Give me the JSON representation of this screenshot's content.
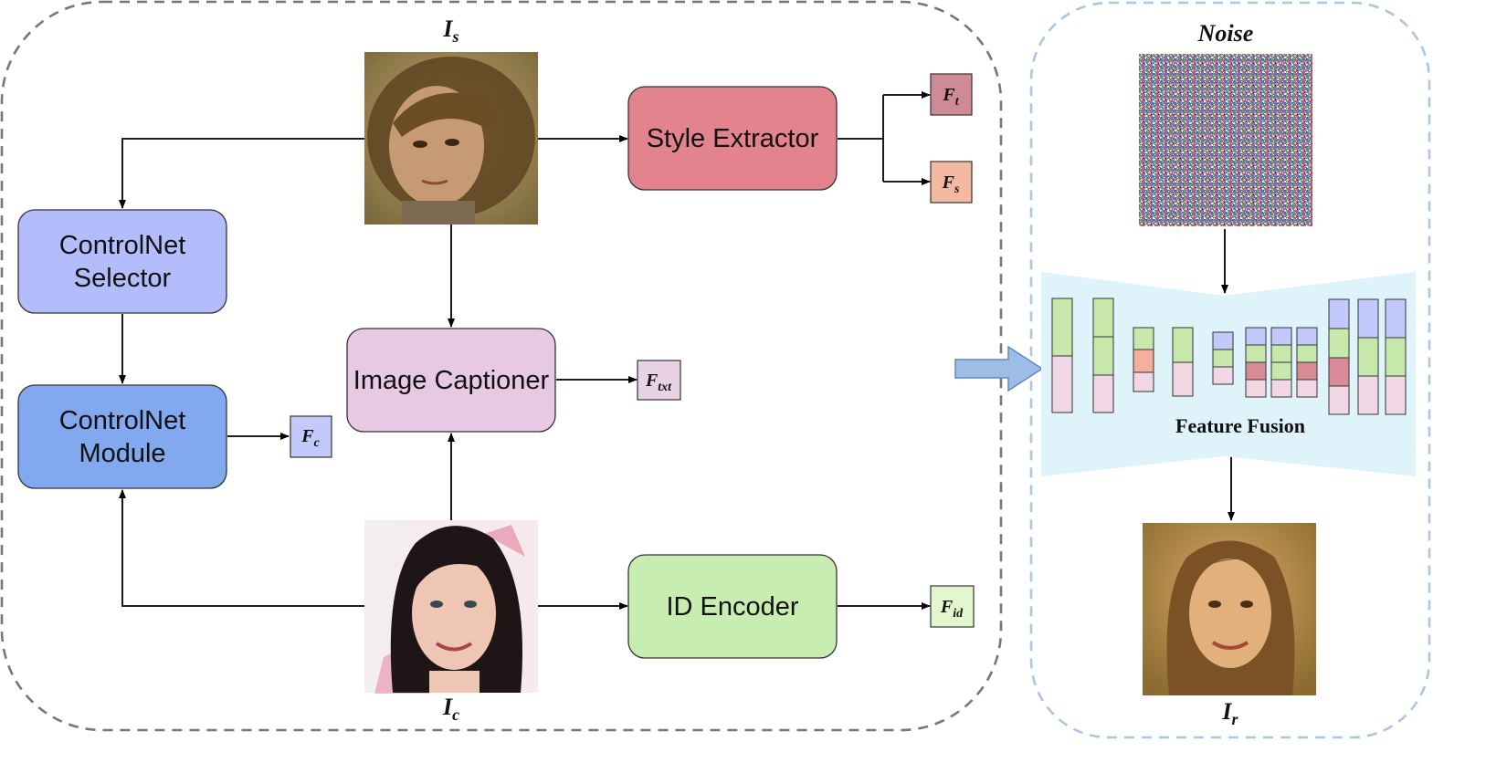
{
  "boxes": {
    "controlnet_selector": [
      "ControlNet",
      "Selector"
    ],
    "controlnet_module": [
      "ControlNet",
      "Module"
    ],
    "image_captioner": "Image Captioner",
    "style_extractor": "Style Extractor",
    "id_encoder": "ID Encoder"
  },
  "images": {
    "style": {
      "main": "I",
      "sub": "s"
    },
    "content": {
      "main": "I",
      "sub": "c"
    },
    "result": {
      "main": "I",
      "sub": "r"
    },
    "noise": "Noise"
  },
  "features": {
    "ft": {
      "main": "F",
      "sub": "t",
      "color": "#cf8a98"
    },
    "fs": {
      "main": "F",
      "sub": "s",
      "color": "#f4b9a2"
    },
    "ftxt": {
      "main": "F",
      "sub": "txt",
      "color": "#ead2e6"
    },
    "fc": {
      "main": "F",
      "sub": "c",
      "color": "#c3c9fb"
    },
    "fid": {
      "main": "F",
      "sub": "id",
      "color": "#e3f7cf"
    }
  },
  "fusion": {
    "label": "Feature Fusion",
    "bg_color": "#dff3fb"
  },
  "colors": {
    "selector": "#b4bdfb",
    "module": "#82a8ef",
    "captioner": "#e7c9e4",
    "style_extractor": "#e3838d",
    "id_encoder": "#c8edb3",
    "fusion_green": "#c6e8ab",
    "fusion_pink": "#f0d7e3",
    "fusion_blue": "#c3c9fb",
    "fusion_red": "#d98c98",
    "fusion_orange": "#f4b09b",
    "arrow_blue": "#9dbde5"
  }
}
